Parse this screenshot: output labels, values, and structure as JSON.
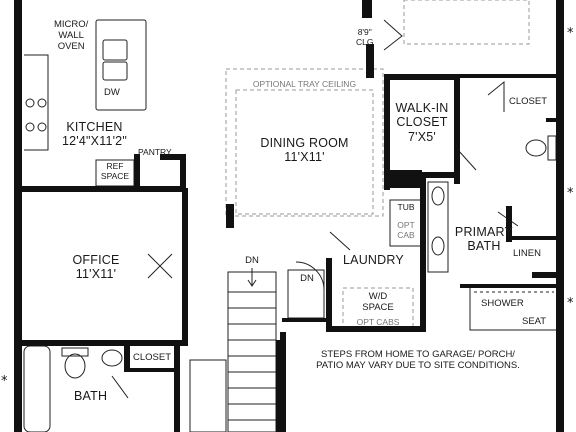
{
  "rooms": {
    "micro_wall_oven": [
      "MICRO/",
      "WALL",
      "OVEN"
    ],
    "dw": "DW",
    "kitchen": {
      "name": "KITCHEN",
      "size": "12'4\"X11'2\""
    },
    "ref_space": [
      "REF",
      "SPACE"
    ],
    "pantry": "PANTRY",
    "ceiling_height": [
      "8'9\"",
      "CLG"
    ],
    "optional_tray_ceiling": "OPTIONAL TRAY CEILING",
    "dining_room": {
      "name": "DINING ROOM",
      "size": "11'X11'"
    },
    "walk_in_closet": {
      "name": [
        "WALK-IN",
        "CLOSET"
      ],
      "size": "7'X5'"
    },
    "closet_upper": "CLOSET",
    "tub": "TUB",
    "opt_cab": [
      "OPT",
      "CAB"
    ],
    "primary_bath": [
      "PRIMARY",
      "BATH"
    ],
    "linen": "LINEN",
    "shower": "SHOWER",
    "seat": "SEAT",
    "office": {
      "name": "OFFICE",
      "size": "11'X11'"
    },
    "dn_stair": "DN",
    "dn_landing": "DN",
    "laundry": "LAUNDRY",
    "wd_space": [
      "W/D",
      "SPACE"
    ],
    "opt_cabs": "OPT CABS",
    "bath": "BATH",
    "closet_lower": "CLOSET"
  },
  "note": [
    "STEPS FROM HOME TO GARAGE/ PORCH/",
    "PATIO MAY VARY DUE TO SITE CONDITIONS."
  ],
  "markers": {
    "asterisk": "*"
  },
  "colors": {
    "wall": "#111111",
    "line": "#222222",
    "dashed": "#9a9a9a",
    "label": "#1a1a1a"
  }
}
